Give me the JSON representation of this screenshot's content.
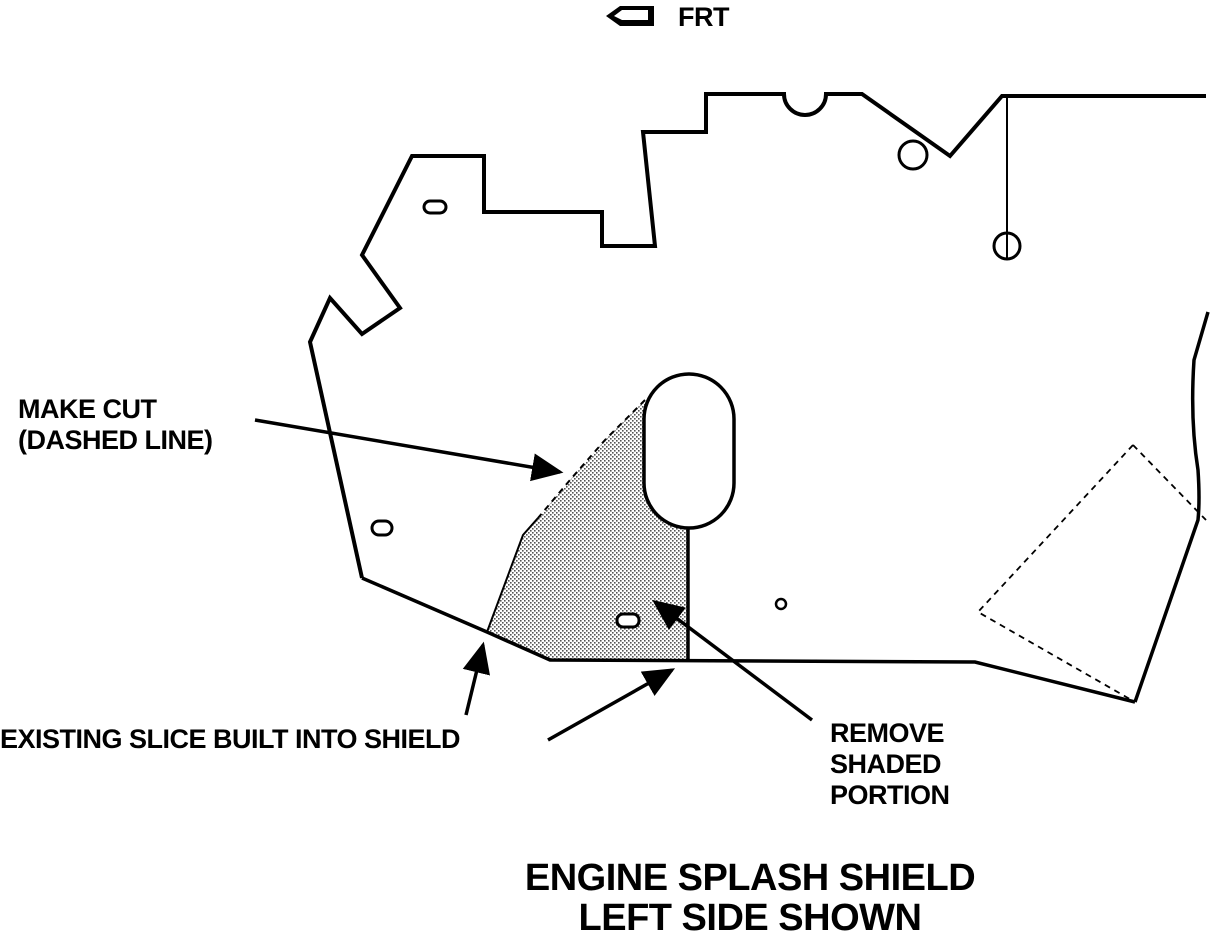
{
  "front_indicator": {
    "label": "FRT",
    "icon": "front-arrow-icon"
  },
  "callouts": {
    "make_cut": [
      "MAKE CUT",
      "(DASHED LINE)"
    ],
    "existing_slice": "EXISTING SLICE BUILT INTO SHIELD",
    "remove_shaded": [
      "REMOVE",
      "SHADED",
      "PORTION"
    ]
  },
  "title": {
    "line1": "ENGINE SPLASH SHIELD",
    "line2": "LEFT SIDE SHOWN"
  },
  "colors": {
    "ink": "#000000",
    "background": "#ffffff",
    "shaded_fill": "#9a9a9a"
  }
}
